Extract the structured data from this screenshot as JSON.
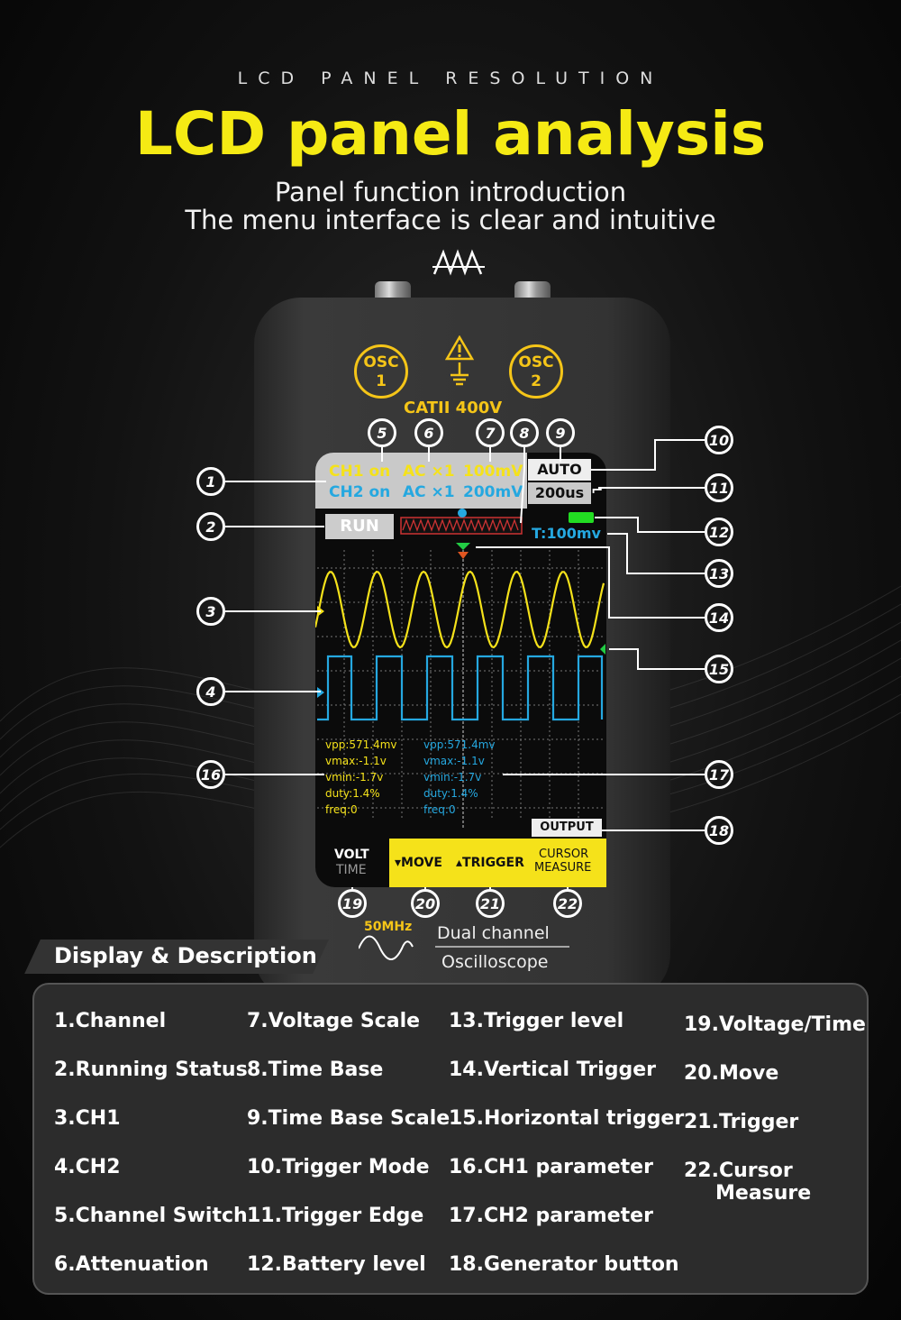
{
  "header": {
    "subtitle": "LCD PANEL RESOLUTION",
    "title": "LCD panel analysis",
    "line1": "Panel function introduction",
    "line2": "The menu interface is clear and intuitive"
  },
  "device": {
    "osc1": [
      "OSC",
      "1"
    ],
    "osc2": [
      "OSC",
      "2"
    ],
    "category": "CATII 400V",
    "bandwidth": "50MHz",
    "product_line1": "Dual channel",
    "product_line2": "Oscilloscope"
  },
  "screen": {
    "ch1": {
      "label": "CH1 on",
      "atten": "AC ×1",
      "scale": "100mV"
    },
    "ch2": {
      "label": "CH2 on",
      "atten": "AC ×1",
      "scale": "200mV"
    },
    "trigger_mode": "AUTO",
    "time_base": "200us",
    "run_status": "RUN",
    "trigger_level": "T:100mv",
    "ch1_params": [
      "vpp:571.4mv",
      "vmax:-1.1v",
      "vmin:-1.7v",
      "duty:1.4%",
      "freq:0"
    ],
    "ch2_params": [
      "vpp:571.4mv",
      "vmax:-1.1v",
      "vmin:-1.7v",
      "duty:1.4%",
      "freq:0"
    ],
    "output": "OUTPUT",
    "volt": "VOLT",
    "time": "TIME",
    "move": "MOVE",
    "trigger": "TRIGGER",
    "cursor": "CURSOR",
    "measure": "MEASURE"
  },
  "callouts": [
    "1",
    "2",
    "3",
    "4",
    "5",
    "6",
    "7",
    "8",
    "9",
    "10",
    "11",
    "12",
    "13",
    "14",
    "15",
    "16",
    "17",
    "18",
    "19",
    "20",
    "21",
    "22"
  ],
  "description": {
    "title": "Display & Description",
    "col1": [
      "1.Channel",
      "2.Running Status",
      "3.CH1",
      "4.CH2",
      "5.Channel Switch",
      "6.Attenuation"
    ],
    "col2": [
      "7.Voltage Scale",
      "8.Time Base",
      "9.Time Base Scale",
      "10.Trigger Mode",
      "11.Trigger Edge",
      "12.Battery level"
    ],
    "col3": [
      "13.Trigger level",
      "14.Vertical Trigger",
      "15.Horizontal trigger",
      "16.CH1 parameter",
      "17.CH2 parameter",
      "18.Generator button"
    ],
    "col4": [
      "19.Voltage/Time",
      "20.Move",
      "21.Trigger",
      "22.Cursor",
      "Measure"
    ]
  },
  "colors": {
    "accent": "#f5ea14",
    "ch1": "#f5e21a",
    "ch2": "#25a8e0"
  }
}
